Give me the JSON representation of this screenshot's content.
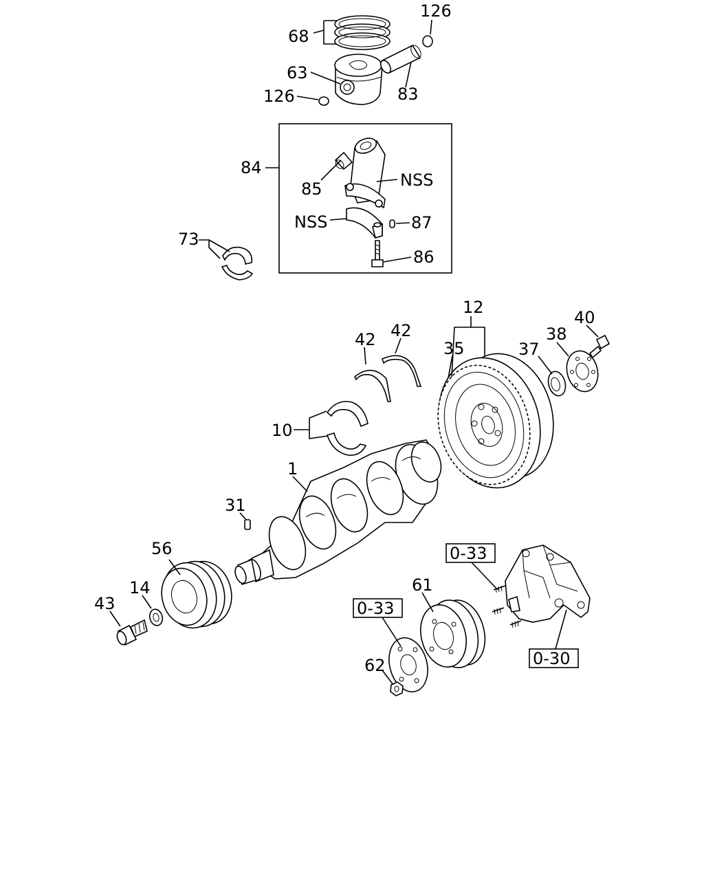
{
  "labels": {
    "l126a": "126",
    "l68": "68",
    "l63": "63",
    "l126b": "126",
    "l83": "83",
    "l84": "84",
    "l85": "85",
    "lnss1": "NSS",
    "lnss2": "NSS",
    "l87": "87",
    "l86": "86",
    "l73": "73",
    "l12": "12",
    "l40": "40",
    "l42a": "42",
    "l42b": "42",
    "l38": "38",
    "l35": "35",
    "l37": "37",
    "l10": "10",
    "l1": "1",
    "l31": "31",
    "l56": "56",
    "l14": "14",
    "l43": "43",
    "l61": "61",
    "l62": "62"
  },
  "refs": {
    "r033a": "0-33",
    "r033b": "0-33",
    "r030": "0-30"
  },
  "icons": [
    "piston",
    "piston-ring",
    "snap-ring",
    "piston-pin",
    "connecting-rod",
    "bearing-shell",
    "thrust-washer",
    "flywheel",
    "pilot-bearing",
    "plate",
    "bolt",
    "crankshaft",
    "pin",
    "pulley",
    "washer",
    "water-pump",
    "nut"
  ]
}
